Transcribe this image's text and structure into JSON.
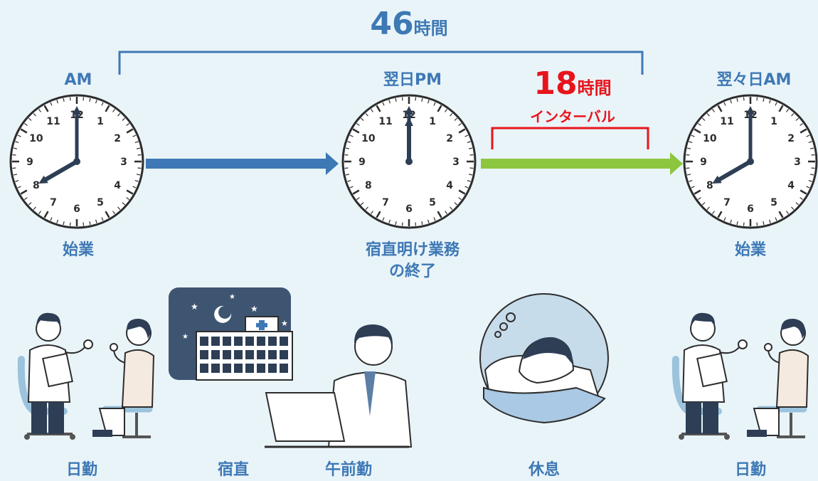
{
  "total": {
    "number": "46",
    "unit": "時間"
  },
  "interval": {
    "number": "18",
    "unit": "時間",
    "label": "インターバル"
  },
  "clocks": [
    {
      "label_top": "AM",
      "label_bottom": "始業",
      "hour_hand_deg": 240,
      "minute_hand_deg": 0
    },
    {
      "label_top": "翌日PM",
      "label_bottom": "宿直明け業務",
      "label_bottom2": "の終了",
      "hour_hand_deg": 0,
      "minute_hand_deg": 0
    },
    {
      "label_top": "翌々日AM",
      "label_bottom": "始業",
      "hour_hand_deg": 240,
      "minute_hand_deg": 0
    }
  ],
  "clock_numbers": [
    "12",
    "1",
    "2",
    "3",
    "4",
    "5",
    "6",
    "7",
    "8",
    "9",
    "10",
    "11"
  ],
  "activities": {
    "day_work_1": "日勤",
    "night_duty": "宿直",
    "morning_work": "午前勤",
    "rest": "休息",
    "day_work_2": "日勤"
  },
  "colors": {
    "blue": "#3e78b5",
    "red": "#e8141b",
    "green": "#8cc63f",
    "background": "#e9f4f9"
  }
}
